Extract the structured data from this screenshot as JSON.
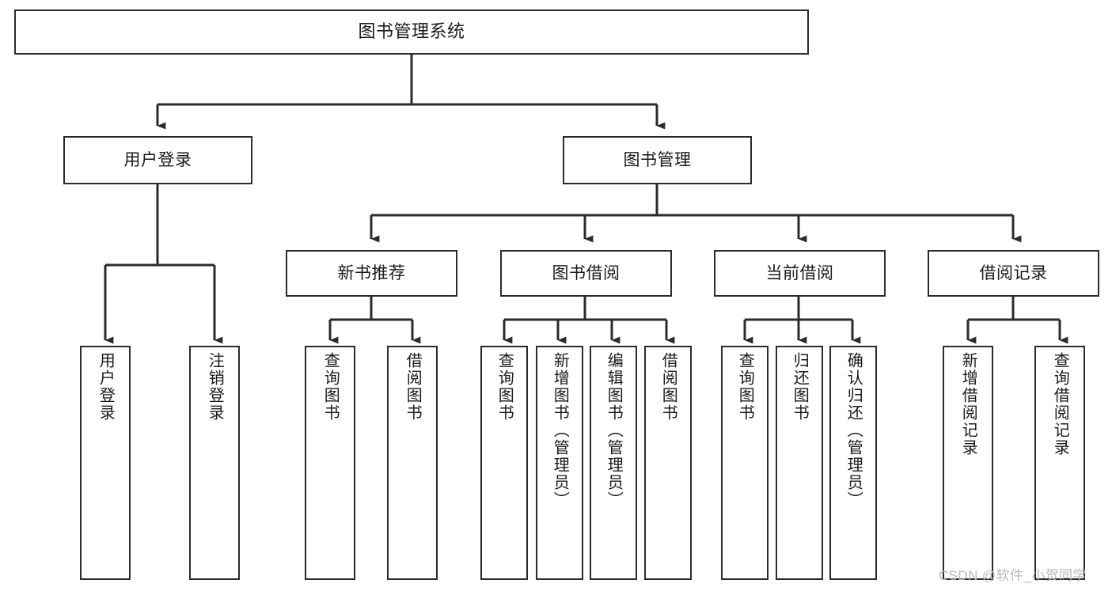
{
  "diagram": {
    "title": "图书管理系统",
    "type": "tree-hierarchy-chart",
    "colors": {
      "border": "#2b2b2b",
      "background": "#ffffff",
      "text": "#1a1a1a",
      "watermark": "#b9b9b9"
    },
    "root": {
      "label": "图书管理系统"
    },
    "level1": [
      {
        "label": "用户登录"
      },
      {
        "label": "图书管理"
      }
    ],
    "level2": [
      {
        "label": "新书推荐"
      },
      {
        "label": "图书借阅"
      },
      {
        "label": "当前借阅"
      },
      {
        "label": "借阅记录"
      }
    ],
    "leaves": {
      "user_login": [
        {
          "label": "用户登录"
        },
        {
          "label": "注销登录"
        }
      ],
      "new_book_recommend": [
        {
          "label": "查询图书"
        },
        {
          "label": "借阅图书"
        }
      ],
      "book_borrow": [
        {
          "label": "查询图书"
        },
        {
          "label": "新增图书（管理员）"
        },
        {
          "label": "编辑图书（管理员）"
        },
        {
          "label": "借阅图书"
        }
      ],
      "current_borrow": [
        {
          "label": "查询图书"
        },
        {
          "label": "归还图书"
        },
        {
          "label": "确认归还（管理员）"
        }
      ],
      "borrow_record": [
        {
          "label": "新增借阅记录"
        },
        {
          "label": "查询借阅记录"
        }
      ]
    },
    "watermark": "CSDN @软件_小贺同学"
  }
}
